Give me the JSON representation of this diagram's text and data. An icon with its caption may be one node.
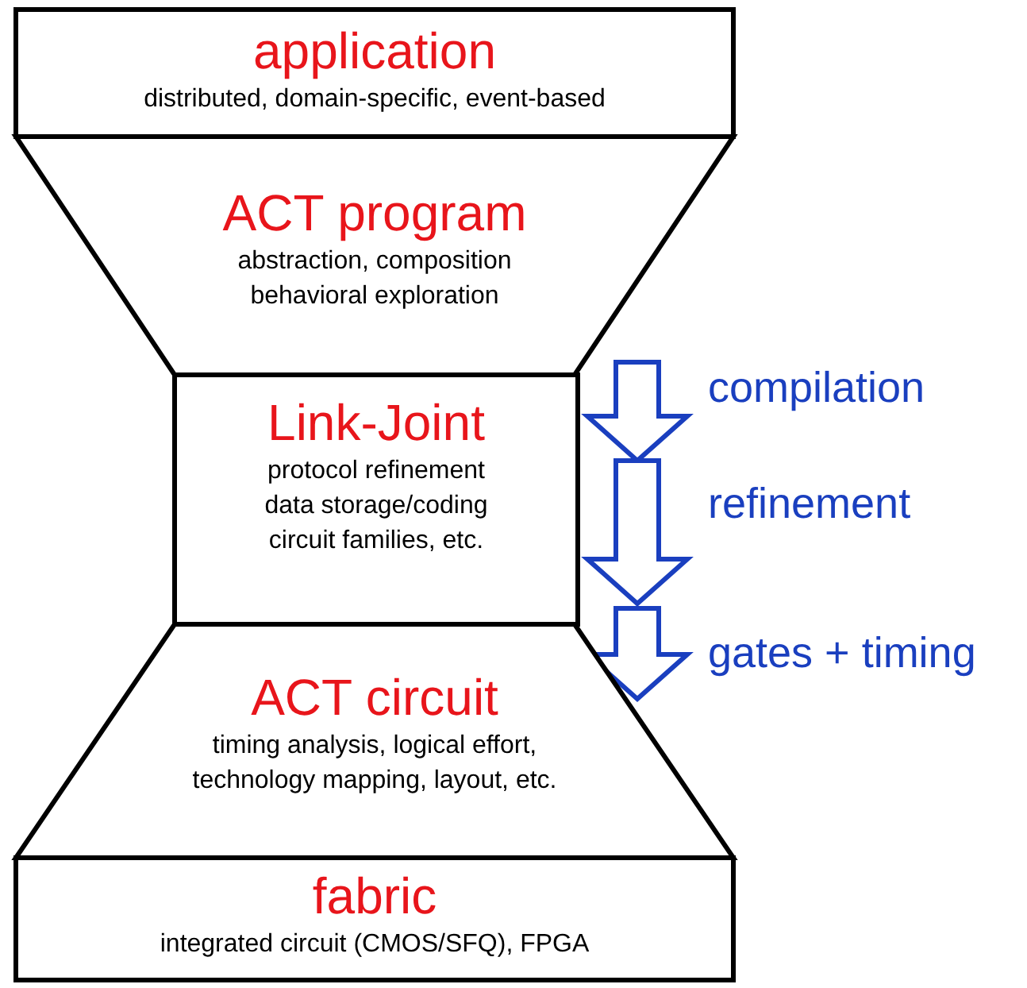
{
  "diagram": {
    "nodes": [
      {
        "text": [
          "application",
          "distributed, domain-specific, event-based"
        ]
      },
      {
        "text": [
          "ACT program",
          "abstraction, composition behavioral exploration"
        ]
      },
      {
        "text": [
          "Link-Joint",
          "protocol refinement data storage/coding circuit families, etc."
        ]
      },
      {
        "text": [
          "ACT circuit",
          "timing analysis, logical effort, technology mapping, layout, etc."
        ]
      },
      {
        "text": [
          "fabric",
          "integrated circuit (CMOS/SFQ), FPGA"
        ]
      }
    ],
    "edges": [
      {
        "from": 1,
        "to": 2,
        "arrow": "to",
        "label": "compilation"
      },
      {
        "from": 2,
        "to": 3,
        "arrow": "to",
        "label": "refinement"
      },
      {
        "from": 2,
        "to": 3,
        "arrow": "to",
        "label": "gates + timing"
      }
    ]
  }
}
